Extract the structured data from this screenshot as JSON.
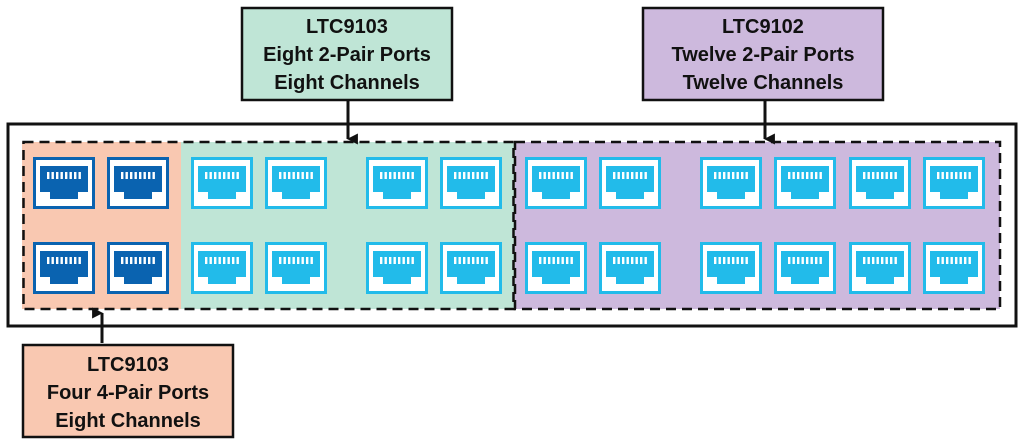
{
  "colors": {
    "four_pair_zone": "#f9c8b1",
    "eight_2pair_zone": "#bfe5d6",
    "twelve_2pair_zone": "#cdb9dd",
    "dark_port": "#0a63b0",
    "light_port": "#22bbea",
    "outline": "#111111"
  },
  "callouts": {
    "ltc9103_2pair": {
      "line1": "LTC9103",
      "line2": "Eight 2-Pair Ports",
      "line3": "Eight Channels"
    },
    "ltc9102": {
      "line1": "LTC9102",
      "line2": "Twelve 2-Pair Ports",
      "line3": "Twelve Channels"
    },
    "ltc9103_4pair": {
      "line1": "LTC9103",
      "line2": "Four 4-Pair Ports",
      "line3": "Eight Channels"
    }
  },
  "zones": [
    {
      "name": "four-pair",
      "port_style": "dark",
      "columns": 2,
      "rows": 2
    },
    {
      "name": "eight-two-pair",
      "port_style": "light",
      "columns": 4,
      "rows": 2
    },
    {
      "name": "twelve-two-pair",
      "port_style": "light",
      "columns": 6,
      "rows": 2
    }
  ]
}
